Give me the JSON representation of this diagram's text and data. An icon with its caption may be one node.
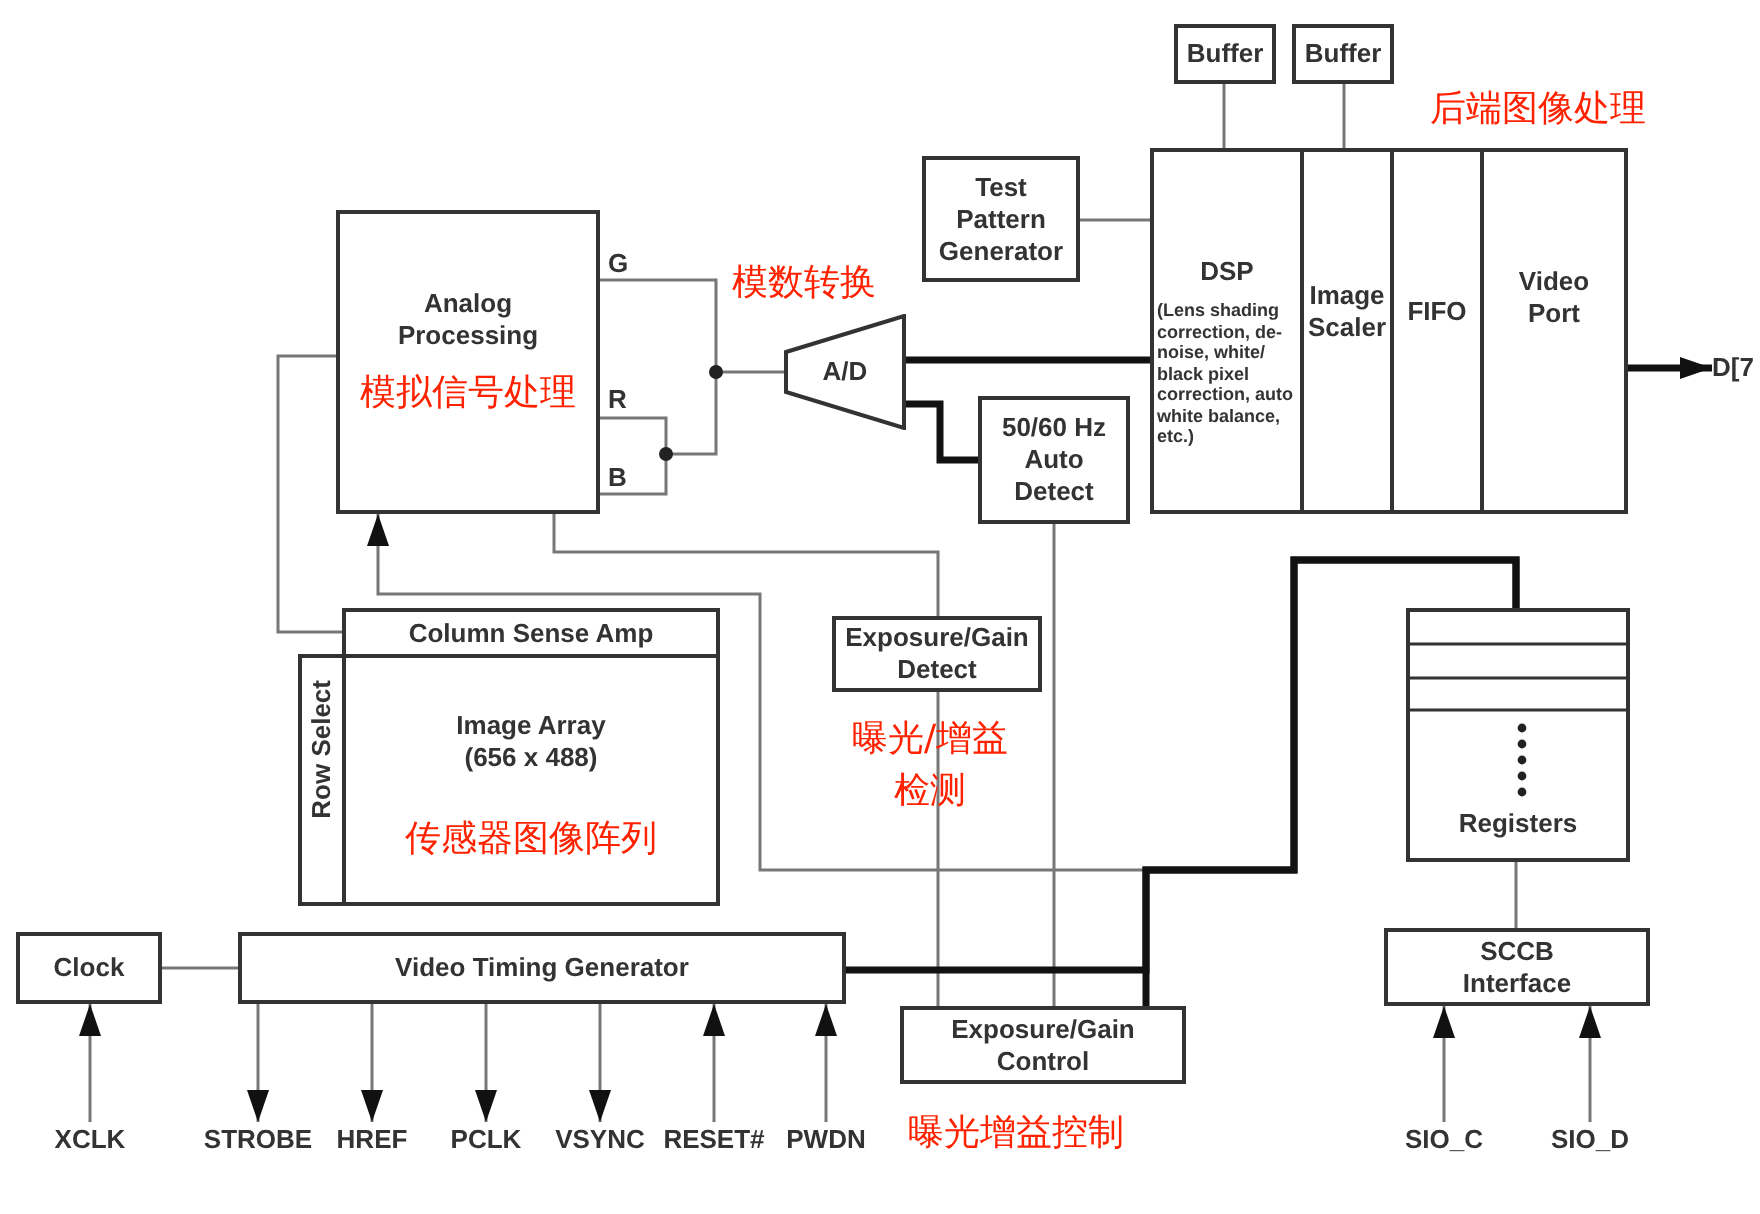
{
  "diagram": {
    "nodes": [
      {
        "text": [
          "Analog Processing",
          "模拟信号处理"
        ]
      },
      {
        "text": [
          "A/D"
        ]
      },
      {
        "text": [
          "Test Pattern Generator"
        ]
      },
      {
        "text": [
          "Buffer"
        ]
      },
      {
        "text": [
          "Buffer"
        ]
      },
      {
        "text": [
          "DSP",
          "(Lens shading correction, de-noise, white/ black pixel correction, auto white balance, etc.)"
        ]
      },
      {
        "text": [
          "Image Scaler"
        ]
      },
      {
        "text": [
          "FIFO"
        ]
      },
      {
        "text": [
          "Video Port"
        ]
      },
      {
        "text": [
          "50/60 Hz Auto Detect"
        ]
      },
      {
        "text": [
          "Column Sense Amp"
        ]
      },
      {
        "text": [
          "Row Select"
        ]
      },
      {
        "text": [
          "Image Array (656 x 488)",
          "传感器图像阵列"
        ]
      },
      {
        "text": [
          "Exposure/Gain Detect"
        ]
      },
      {
        "text": [
          "Registers"
        ]
      },
      {
        "text": [
          "Clock"
        ]
      },
      {
        "text": [
          "Video Timing Generator"
        ]
      },
      {
        "text": [
          "Exposure/Gain Control"
        ]
      },
      {
        "text": [
          "SCCB Interface"
        ]
      },
      {
        "text": [
          "XCLK"
        ]
      },
      {
        "text": [
          "STROBE"
        ]
      },
      {
        "text": [
          "HREF"
        ]
      },
      {
        "text": [
          "PCLK"
        ]
      },
      {
        "text": [
          "VSYNC"
        ]
      },
      {
        "text": [
          "RESET#"
        ]
      },
      {
        "text": [
          "PWDN"
        ]
      },
      {
        "text": [
          "D[7"
        ]
      },
      {
        "text": [
          "SIO_C"
        ]
      },
      {
        "text": [
          "SIO_D"
        ]
      }
    ],
    "edges": [
      {
        "from": 0,
        "to": 1,
        "arrow": "none"
      },
      {
        "from": 1,
        "to": 5,
        "arrow": "none",
        "style": "thick",
        "color": "#111111"
      },
      {
        "from": 1,
        "to": 9,
        "arrow": "none",
        "style": "thick",
        "color": "#111111"
      },
      {
        "from": 2,
        "to": 5,
        "arrow": "none"
      },
      {
        "from": 3,
        "to": 5,
        "arrow": "none"
      },
      {
        "from": 4,
        "to": 6,
        "arrow": "none"
      },
      {
        "from": 8,
        "to": 26,
        "arrow": "to",
        "style": "thick",
        "color": "#111111"
      },
      {
        "from": 10,
        "to": 0,
        "arrow": "none"
      },
      {
        "from": 14,
        "to": 0,
        "arrow": "to"
      },
      {
        "from": 14,
        "to": 16,
        "arrow": "none",
        "style": "thick",
        "color": "#111111"
      },
      {
        "from": 14,
        "to": 17,
        "arrow": "none",
        "style": "thick",
        "color": "#111111"
      },
      {
        "from": 0,
        "to": 13,
        "arrow": "none"
      },
      {
        "from": 13,
        "to": 17,
        "arrow": "none"
      },
      {
        "from": 9,
        "to": 17,
        "arrow": "none"
      },
      {
        "from": 15,
        "to": 16,
        "arrow": "none"
      },
      {
        "from": 19,
        "to": 15,
        "arrow": "to"
      },
      {
        "from": 16,
        "to": 20,
        "arrow": "to"
      },
      {
        "from": 16,
        "to": 21,
        "arrow": "to"
      },
      {
        "from": 16,
        "to": 22,
        "arrow": "to"
      },
      {
        "from": 16,
        "to": 23,
        "arrow": "to"
      },
      {
        "from": 24,
        "to": 16,
        "arrow": "to"
      },
      {
        "from": 25,
        "to": 16,
        "arrow": "to"
      },
      {
        "from": 27,
        "to": 18,
        "arrow": "to"
      },
      {
        "from": 28,
        "to": 18,
        "arrow": "to"
      },
      {
        "from": 14,
        "to": 18,
        "arrow": "none"
      }
    ],
    "labels": [
      "G",
      "R",
      "B",
      "模数转换",
      "后端图像处理",
      "曝光/增益检测",
      "曝光增益控制"
    ]
  }
}
